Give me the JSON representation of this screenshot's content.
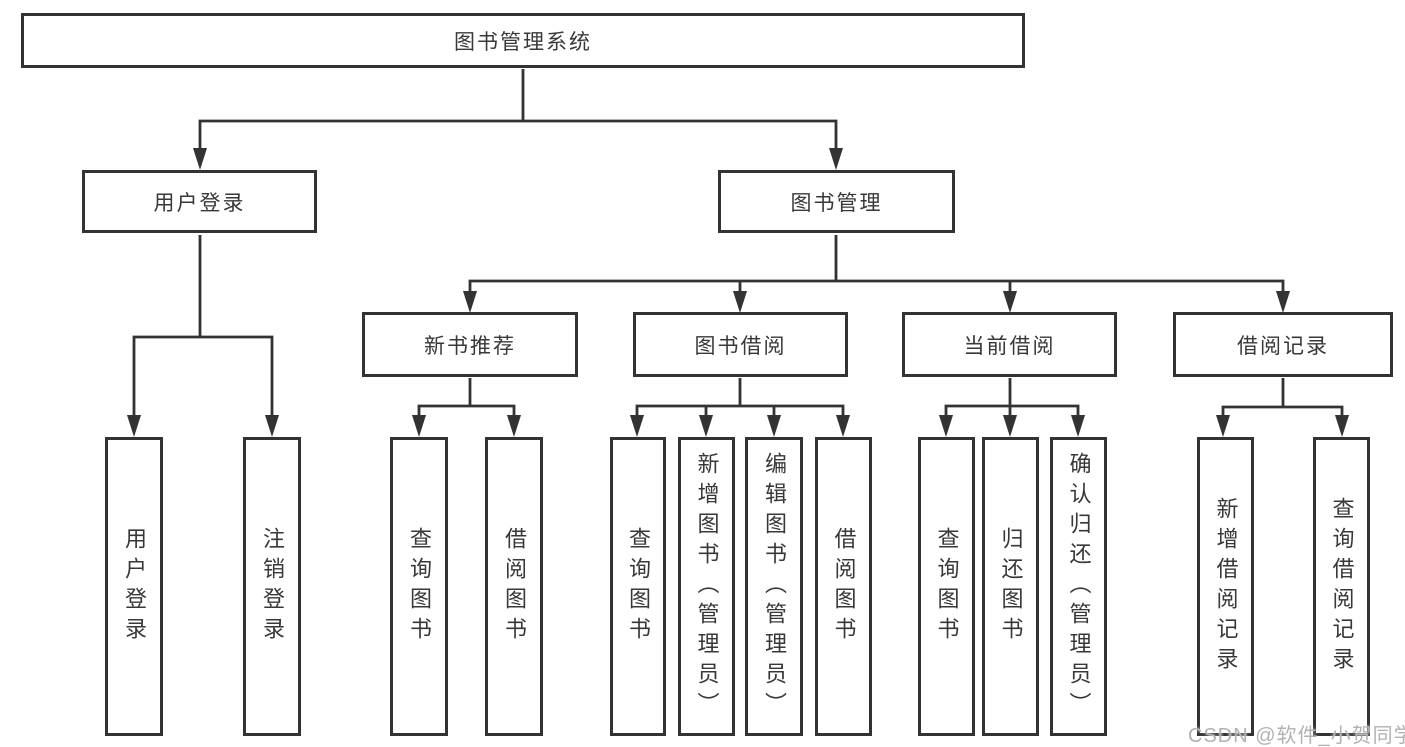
{
  "tree": {
    "label": "图书管理系统",
    "children": [
      {
        "label": "用户登录",
        "children": [
          {
            "label": "用户登录"
          },
          {
            "label": "注销登录"
          }
        ]
      },
      {
        "label": "图书管理",
        "children": [
          {
            "label": "新书推荐",
            "children": [
              {
                "label": "查询图书"
              },
              {
                "label": "借阅图书"
              }
            ]
          },
          {
            "label": "图书借阅",
            "children": [
              {
                "label": "查询图书"
              },
              {
                "label": "新增图书（管理员）"
              },
              {
                "label": "编辑图书（管理员）"
              },
              {
                "label": "借阅图书"
              }
            ]
          },
          {
            "label": "当前借阅",
            "children": [
              {
                "label": "查询图书"
              },
              {
                "label": "归还图书"
              },
              {
                "label": "确认归还（管理员）"
              }
            ]
          },
          {
            "label": "借阅记录",
            "children": [
              {
                "label": "新增借阅记录"
              },
              {
                "label": "查询借阅记录"
              }
            ]
          }
        ]
      }
    ]
  },
  "watermark": {
    "text": "CSDN @软件_小贺同学"
  },
  "colors": {
    "line": "#333333",
    "box_border": "#333333",
    "text": "#383838",
    "watermark": "#b2b2b2",
    "background": "#ffffff"
  }
}
